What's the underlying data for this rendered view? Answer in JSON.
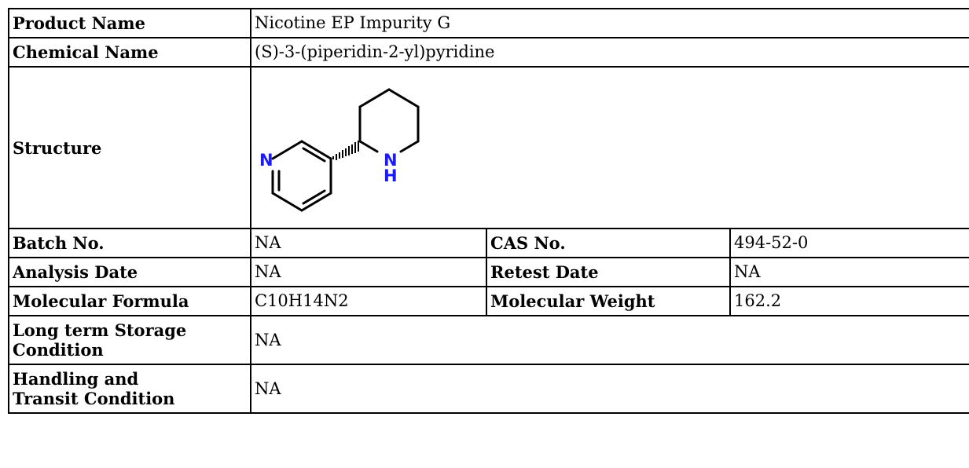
{
  "product": {
    "product_name_label": "Product Name",
    "product_name_value": "Nicotine EP Impurity G",
    "chemical_name_label": "Chemical Name",
    "chemical_name_value": "(S)-3-(piperidin-2-yl)pyridine",
    "structure_label": "Structure",
    "structure_atoms": {
      "pyridine_n": "N",
      "piperidine_n": "N",
      "piperidine_h": "H"
    },
    "batch_label": "Batch No.",
    "batch_value": "NA",
    "cas_label": "CAS No.",
    "cas_value": "494-52-0",
    "analysis_date_label": "Analysis Date",
    "analysis_date_value": "NA",
    "retest_date_label": "Retest Date",
    "retest_date_value": "NA",
    "formula_label": "Molecular Formula",
    "formula_value": "C10H14N2",
    "weight_label": "Molecular Weight",
    "weight_value": "162.2",
    "storage_label_line1": "Long term Storage",
    "storage_label_line2": "Condition",
    "storage_value": "NA",
    "handling_label_line1": "Handling and",
    "handling_label_line2": "Transit Condition",
    "handling_value": "NA"
  },
  "colors": {
    "border": "#000000",
    "heteroatom": "#1a1aff",
    "text": "#000000"
  }
}
